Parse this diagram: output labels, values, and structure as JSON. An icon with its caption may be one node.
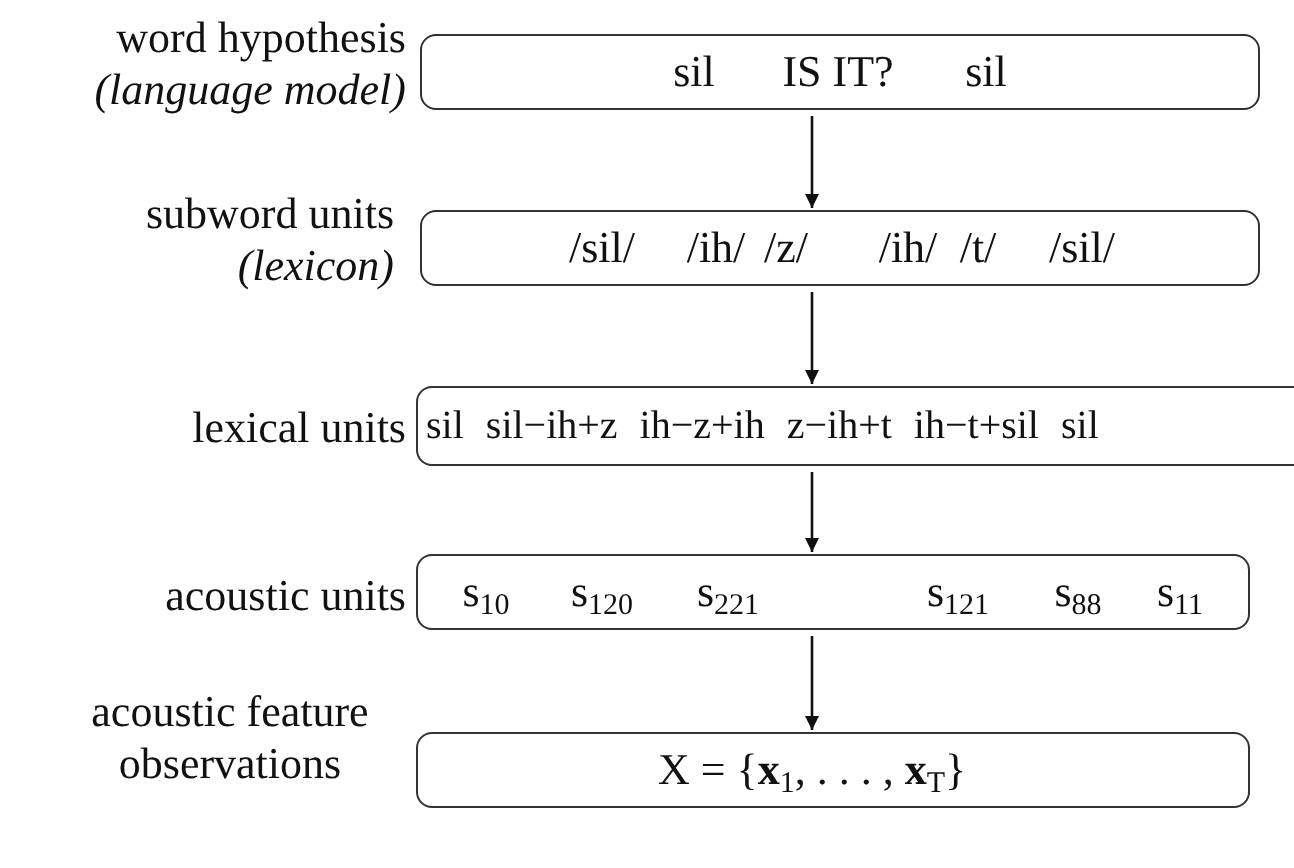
{
  "diagram": {
    "nodes": [
      {
        "text": [
          "sil",
          "IS IT?",
          "sil"
        ],
        "beside": [
          "word hypothesis *(language model)*"
        ]
      },
      {
        "text": [
          "/sil/",
          "/ih/",
          "/z/",
          "/ih/",
          "/t/",
          "/sil/"
        ],
        "beside": [
          "subword units *(lexicon)*"
        ]
      },
      {
        "text": [
          "sil",
          "sil−ih+z",
          "ih−z+ih",
          "z−ih+t",
          "ih−t+sil",
          "sil"
        ],
        "beside": [
          "lexical units"
        ]
      },
      {
        "text": [
          "s$_{10}$",
          "s$_{120}$",
          "s$_{221}$",
          "s$_{121}$",
          "s$_{88}$",
          "s$_{11}$"
        ],
        "beside": [
          "acoustic units"
        ]
      },
      {
        "text": [
          "X = {**x**$_{1}$, . . . , **x**$_{T}$}"
        ],
        "beside": [
          "acoustic feature observations"
        ]
      }
    ],
    "edges": [
      {
        "from": 0,
        "to": 1,
        "arrow": "to"
      },
      {
        "from": 1,
        "to": 2,
        "arrow": "to"
      },
      {
        "from": 2,
        "to": 3,
        "arrow": "to"
      },
      {
        "from": 3,
        "to": 4,
        "arrow": "to"
      }
    ]
  }
}
